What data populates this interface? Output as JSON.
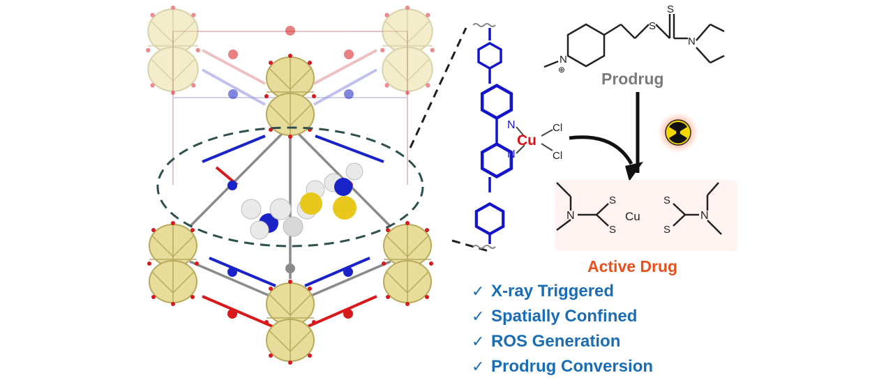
{
  "labels": {
    "prodrug": "Prodrug",
    "active_drug": "Active Drug",
    "cu_center": "Cu",
    "cl_top": "Cl",
    "cl_bottom": "Cl",
    "n_top": "N",
    "n_bottom": "N",
    "pyridinium_n": "N",
    "charge": "⊕",
    "thione_s": "S",
    "thioester_s": "S",
    "amine_n": "N",
    "complex_cu": "Cu",
    "complex_s1": "S",
    "complex_s2": "S",
    "complex_s3": "S",
    "complex_s4": "S",
    "complex_n_left": "N",
    "complex_n_right": "N"
  },
  "checklist": [
    {
      "check": "✓",
      "text": "X-ray Triggered"
    },
    {
      "check": "✓",
      "text": "Spatially Confined"
    },
    {
      "check": "✓",
      "text": "ROS Generation"
    },
    {
      "check": "✓",
      "text": "Prodrug Conversion"
    }
  ],
  "colors": {
    "cluster_fill": "#e8dc9a",
    "cluster_stroke": "#b7a95c",
    "red_node": "#d7191c",
    "blue_node": "#1a23c8",
    "linker_blue": "#1414c8",
    "cu_red": "#d8121b",
    "active_drug": "#e8501c",
    "checklist": "#1a6db5",
    "prodrug_gray": "#7a7a7a",
    "radiation_yellow": "#f4d600"
  }
}
